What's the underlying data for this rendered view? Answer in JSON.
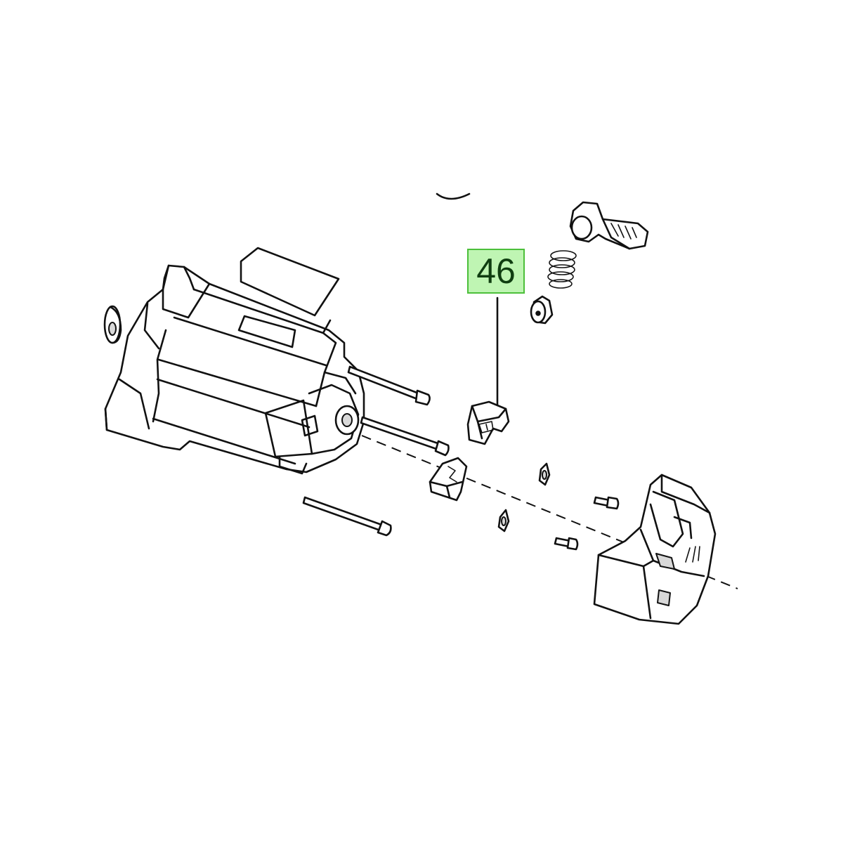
{
  "callout": {
    "part_number": "46",
    "highlight_fill": "#bff5b3",
    "highlight_border": "#4cbf3a",
    "text_color": "#0f3d10"
  },
  "parts": [
    "motor-housing",
    "label-plate",
    "long-screw",
    "switch-lever",
    "spring",
    "plunger-button",
    "brush-holder",
    "brush-holder-lower",
    "nut",
    "short-screw",
    "end-cap",
    "tool-mouth"
  ],
  "diagram": {
    "style": "exploded line drawing",
    "line_color": "#111111",
    "background": "#ffffff",
    "center_axis": "dashed"
  }
}
